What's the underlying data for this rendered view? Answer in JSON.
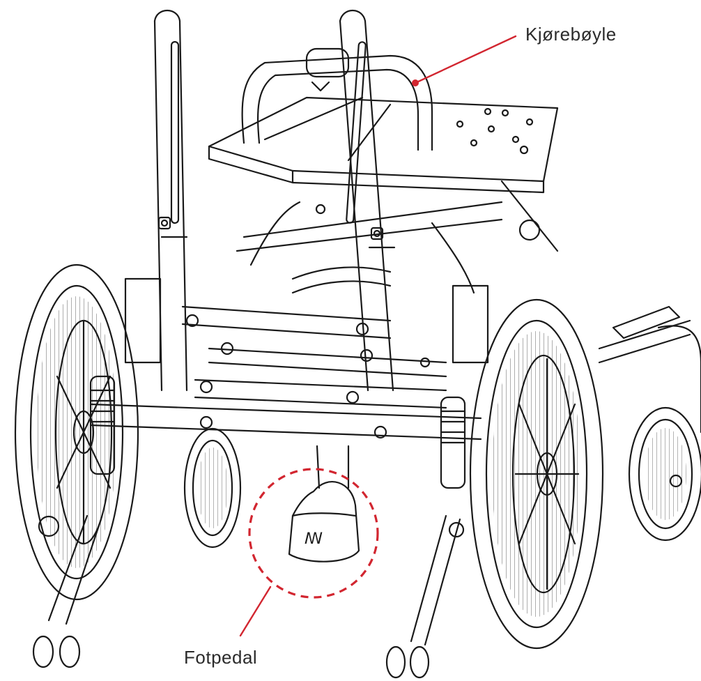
{
  "callouts": {
    "top_label": "Kjørebøyle",
    "bottom_label": "Fotpedal"
  },
  "pedal_logo_glyph": "ꟿ",
  "colors": {
    "line_art": "#1a1a1a",
    "callout_accent": "#d22630",
    "background": "#ffffff"
  }
}
